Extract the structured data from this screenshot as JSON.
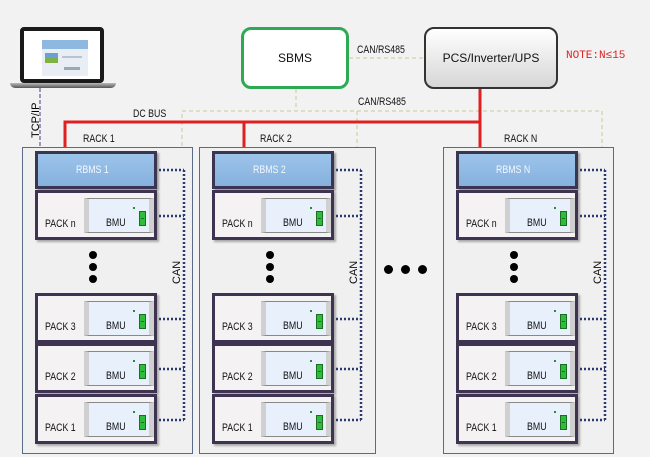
{
  "diagram": {
    "laptop": {
      "icon": "laptop-icon",
      "link_label": "TCP/IP"
    },
    "sbms": {
      "label": "SBMS",
      "border_color": "#2eaa55"
    },
    "pcs": {
      "label": "PCS/Inverter/UPS"
    },
    "note": {
      "text": "NOTE:N≤15",
      "color": "#e02020"
    },
    "links": {
      "sbms_pcs": "CAN/RS485",
      "sbms_racks": "CAN/RS485",
      "dc_bus": "DC BUS",
      "can": "CAN",
      "dc_bus_color": "#e02020"
    },
    "racks": [
      {
        "title": "RACK 1",
        "rbms": "RBMS 1",
        "packs": [
          {
            "label": "PACK n",
            "bmu": "BMU"
          },
          {
            "label": "PACK 3",
            "bmu": "BMU"
          },
          {
            "label": "PACK 2",
            "bmu": "BMU"
          },
          {
            "label": "PACK 1",
            "bmu": "BMU"
          }
        ],
        "can_label": "CAN"
      },
      {
        "title": "RACK 2",
        "rbms": "RBMS 2",
        "packs": [
          {
            "label": "PACK n",
            "bmu": "BMU"
          },
          {
            "label": "PACK 3",
            "bmu": "BMU"
          },
          {
            "label": "PACK 2",
            "bmu": "BMU"
          },
          {
            "label": "PACK 1",
            "bmu": "BMU"
          }
        ],
        "can_label": "CAN"
      },
      {
        "title": "RACK N",
        "rbms": "RBMS N",
        "packs": [
          {
            "label": "PACK n",
            "bmu": "BMU"
          },
          {
            "label": "PACK 3",
            "bmu": "BMU"
          },
          {
            "label": "PACK 2",
            "bmu": "BMU"
          },
          {
            "label": "PACK 1",
            "bmu": "BMU"
          }
        ],
        "can_label": "CAN"
      }
    ]
  }
}
